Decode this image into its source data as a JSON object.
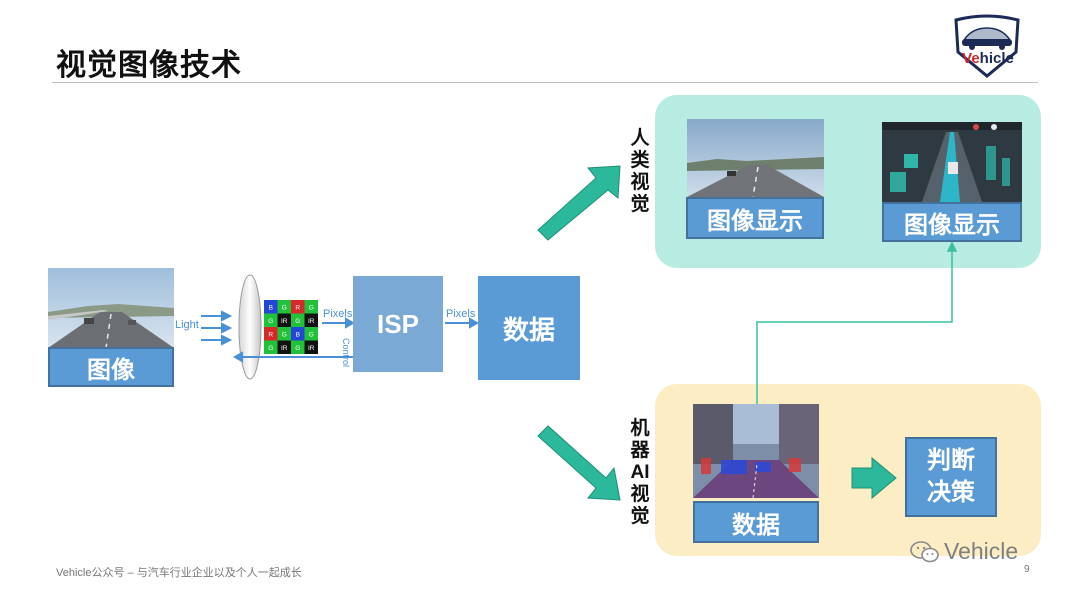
{
  "header": {
    "title": "视觉图像技术"
  },
  "logo": {
    "text_accent": "Ve",
    "text_rest": "hicle"
  },
  "pipeline": {
    "image_label": "图像",
    "light_label": "Light",
    "pixels_label_1": "Pixels",
    "control_label": "Control",
    "isp_label": "ISP",
    "pixels_label_2": "Pixels",
    "data_label": "数据",
    "sensor_cells": [
      "B",
      "G",
      "R",
      "G",
      "G",
      "IR",
      "G",
      "IR",
      "R",
      "G",
      "B",
      "G",
      "G",
      "IR",
      "G",
      "IR"
    ]
  },
  "human_vision": {
    "side_label": [
      "人",
      "类",
      "视",
      "觉"
    ],
    "display_label_1": "图像显示",
    "display_label_2": "图像显示"
  },
  "machine_vision": {
    "side_label": [
      "机",
      "器",
      "AI",
      "视",
      "觉"
    ],
    "data_label": "数据",
    "decision_label_1": "判断",
    "decision_label_2": "决策"
  },
  "footer": {
    "text": "Vehicle公众号 – 与汽车行业企业以及个人一起成长",
    "page_number": "9",
    "watermark": "Vehicle"
  },
  "colors": {
    "box_blue": "#5b9bd5",
    "isp_blue": "#7ba9d5",
    "arrow_teal": "#2cb89a",
    "top_panel": "#b8ebe2",
    "bottom_panel": "#fdedc4"
  }
}
